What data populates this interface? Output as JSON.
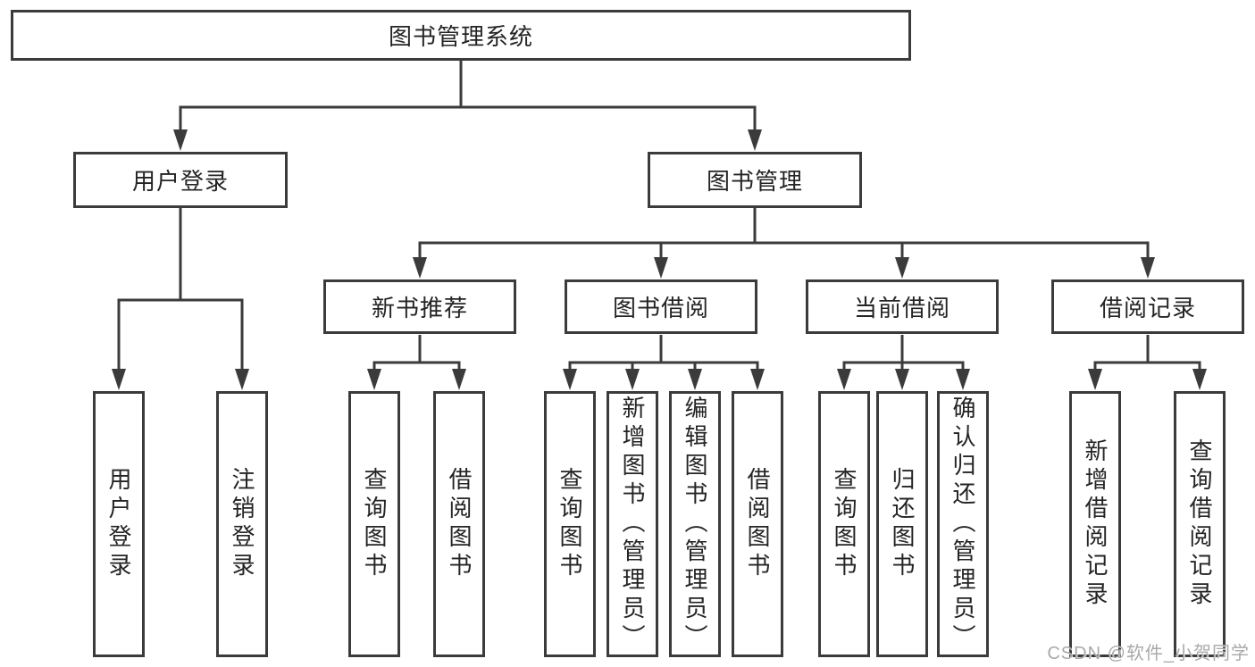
{
  "nodes": {
    "root": "图书管理系统",
    "level2": [
      "用户登录",
      "图书管理"
    ],
    "level3": [
      "新书推荐",
      "图书借阅",
      "当前借阅",
      "借阅记录"
    ],
    "leaves": [
      [
        "用户登录",
        "注销登录"
      ],
      [
        "查询图书",
        "借阅图书"
      ],
      [
        "查询图书",
        "新增图书（管理员）",
        "编辑图书（管理员）",
        "借阅图书"
      ],
      [
        "查询图书",
        "归还图书",
        "确认归还（管理员）"
      ],
      [
        "新增借阅记录",
        "查询借阅记录"
      ]
    ]
  },
  "watermark": "CSDN @软件_小贺同学",
  "colors": {
    "line": "#3b3b3b",
    "text": "#242424",
    "background": "#ffffff",
    "watermark": "#a9a9a9"
  }
}
